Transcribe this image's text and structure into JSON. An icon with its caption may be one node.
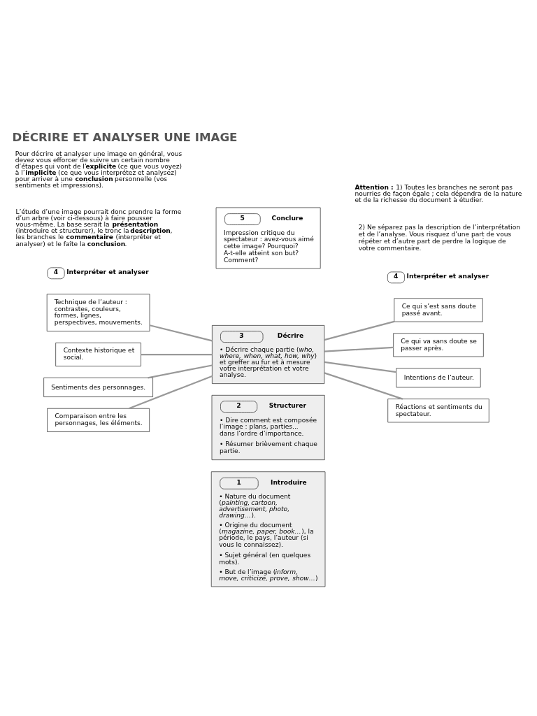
{
  "diagram": {
    "title": "DÉCRIRE ET ANALYSER UNE IMAGE",
    "nodes": [
      {
        "text": [
          "5",
          "Conclure",
          "Impression critique du spectateur : avez-vous aimé cette image? Pourquoi? A-t-elle atteint son but? Comment?"
        ]
      },
      {
        "text": [
          "Technique de l’auteur : contrastes, couleurs, formes, lignes, perspectives, mouvements."
        ]
      },
      {
        "text": [
          "Ce qui s’est sans doute passé avant."
        ]
      },
      {
        "text": [
          "3",
          "Décrire",
          "• Décrire chaque partie (*who, where, when, what, how, why*) et greffer au fur et à mesure votre interprétation et votre analyse."
        ]
      },
      {
        "text": [
          "Contexte historique et social."
        ]
      },
      {
        "text": [
          "Ce qui va sans doute se passer après."
        ]
      },
      {
        "text": [
          "Sentiments des personnages."
        ]
      },
      {
        "text": [
          "Intentions de l’auteur."
        ]
      },
      {
        "text": [
          "Comparaison entre les personnages, les éléments."
        ]
      },
      {
        "text": [
          "2",
          "Structurer",
          "• Dire comment est composée l’image : plans, parties... dans l’ordre d’importance.",
          "• Résumer brièvement chaque partie."
        ]
      },
      {
        "text": [
          "Réactions et sentiments du spectateur."
        ]
      },
      {
        "text": [
          "1",
          "Introduire",
          "• Nature du document (*painting, cartoon, advertisement, photo, drawing…*).",
          "• Origine du document (*magazine, paper, book…*), la période, le pays, l’auteur (si vous le connaissez).",
          "• Sujet général (en quelques mots).",
          "• But de l’image (*inform, move, criticize, prove, show…*)"
        ]
      }
    ],
    "edges": [
      {
        "from": 1,
        "to": 3,
        "arrow": "none"
      },
      {
        "from": 4,
        "to": 3,
        "arrow": "none"
      },
      {
        "from": 6,
        "to": 3,
        "arrow": "none"
      },
      {
        "from": 8,
        "to": 3,
        "arrow": "none"
      },
      {
        "from": 3,
        "to": 2,
        "arrow": "none"
      },
      {
        "from": 3,
        "to": 5,
        "arrow": "none"
      },
      {
        "from": 3,
        "to": 7,
        "arrow": "none"
      },
      {
        "from": 3,
        "to": 10,
        "arrow": "none"
      }
    ],
    "labels": [
      "Pour décrire et analyser une image en général, vous devez vous efforcer de suivre un certain nombre d’étapes qui vont de l’**explicite** (ce que vous voyez) à l’**implicite** (ce que vous interprétez et analysez) pour arriver à une **conclusion** personnelle (vos sentiments et impressions).",
      "L’étude d’une image pourrait donc prendre la forme d’un arbre (voir ci-dessous) à faire pousser vous-même. La base serait la **présentation** (introduire et structurer), le tronc la **description**, les branches le **commentaire** (interpréter et analyser) et le faîte la **conclusion**.",
      "**Attention :** 1) Toutes les branches ne seront pas nourries de façon égale ; cela dépendra de la nature et de la richesse du document à étudier.",
      "2) Ne séparez pas la description de l’interprétation et de l’analyse. Vous risquez d’une part de vous répéter et d’autre part de perdre la logique de votre commentaire.",
      "4",
      "Interpréter et analyser",
      "4",
      "Interpréter et analyser"
    ]
  }
}
